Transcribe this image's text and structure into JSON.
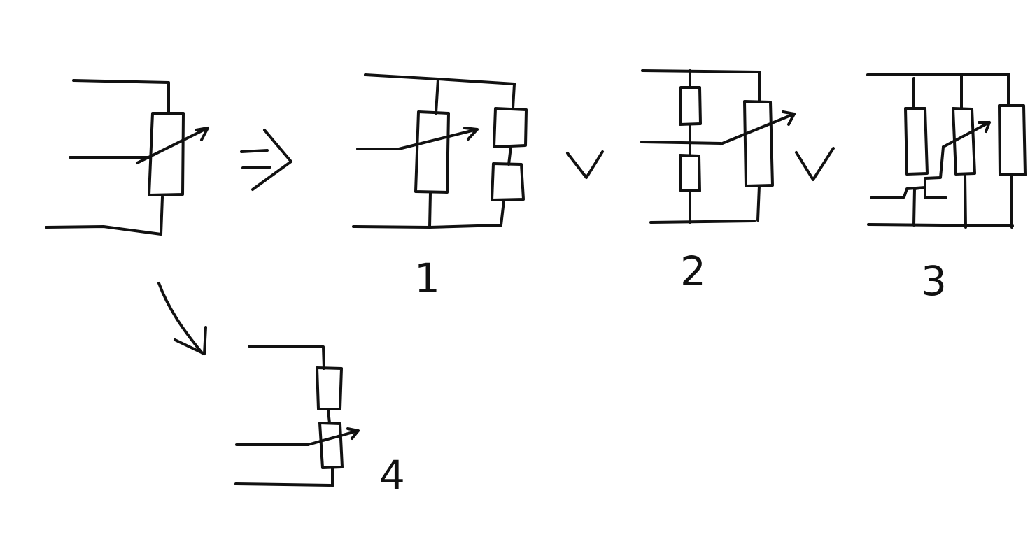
{
  "diagram": {
    "labels": {
      "variant1": "1",
      "variant2": "2",
      "variant3": "3",
      "variant4": "4"
    },
    "connectors": {
      "implies": "⇒",
      "or_1": "V",
      "or_2": "V"
    },
    "colors": {
      "ink": "#111111",
      "background": "#ffffff"
    }
  }
}
